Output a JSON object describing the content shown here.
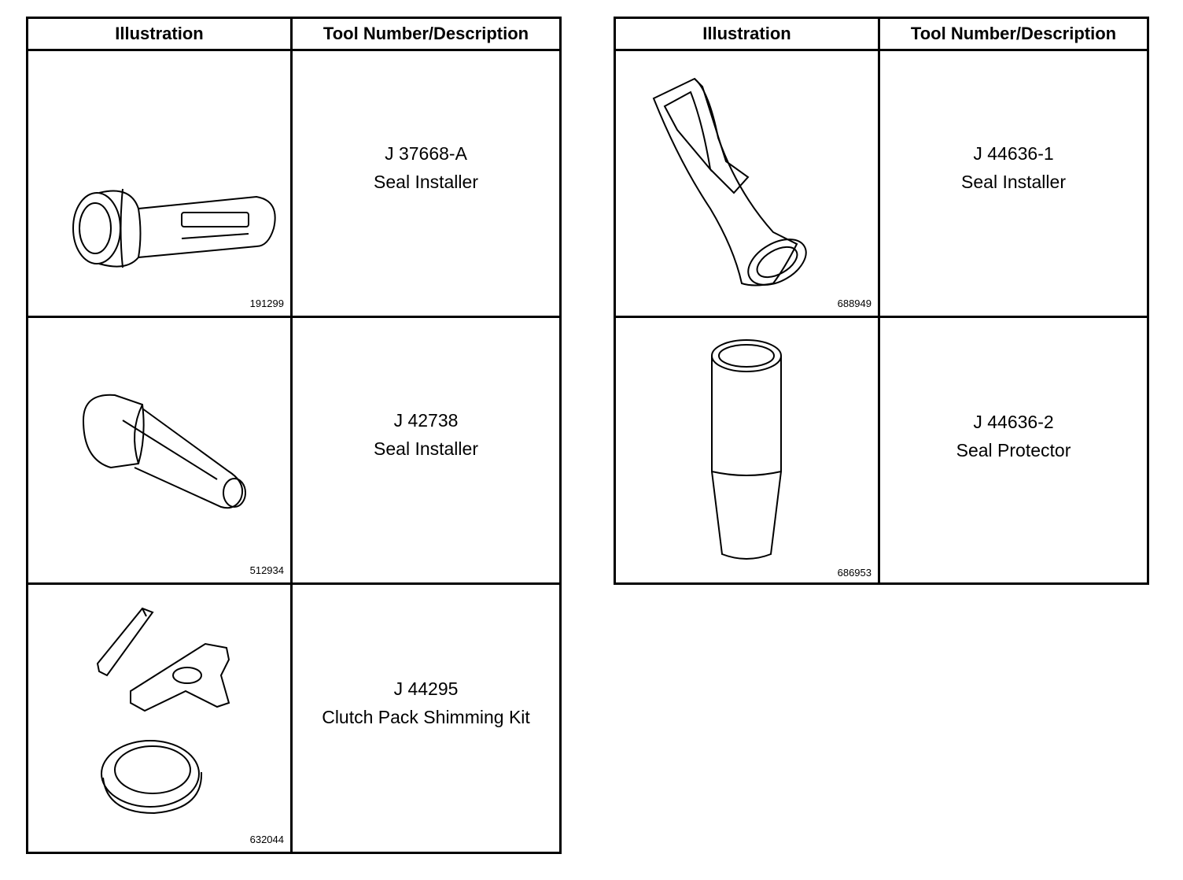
{
  "left_table": {
    "header": {
      "illustration": "Illustration",
      "description": "Tool Number/Description"
    },
    "rows": [
      {
        "figure_id": "191299",
        "tool_number": "J 37668-A",
        "description": "Seal Installer",
        "icon": "seal-installer-tool"
      },
      {
        "figure_id": "512934",
        "tool_number": "J 42738",
        "description": "Seal Installer",
        "icon": "seal-installer-tool"
      },
      {
        "figure_id": "632044",
        "tool_number": "J 44295",
        "description": "Clutch Pack Shimming Kit",
        "icon": "shimming-kit"
      }
    ]
  },
  "right_table": {
    "header": {
      "illustration": "Illustration",
      "description": "Tool Number/Description"
    },
    "rows": [
      {
        "figure_id": "688949",
        "tool_number": "J 44636-1",
        "description": "Seal Installer",
        "icon": "seal-installer-tool"
      },
      {
        "figure_id": "686953",
        "tool_number": "J 44636-2",
        "description": "Seal Protector",
        "icon": "seal-protector-tool"
      }
    ]
  }
}
